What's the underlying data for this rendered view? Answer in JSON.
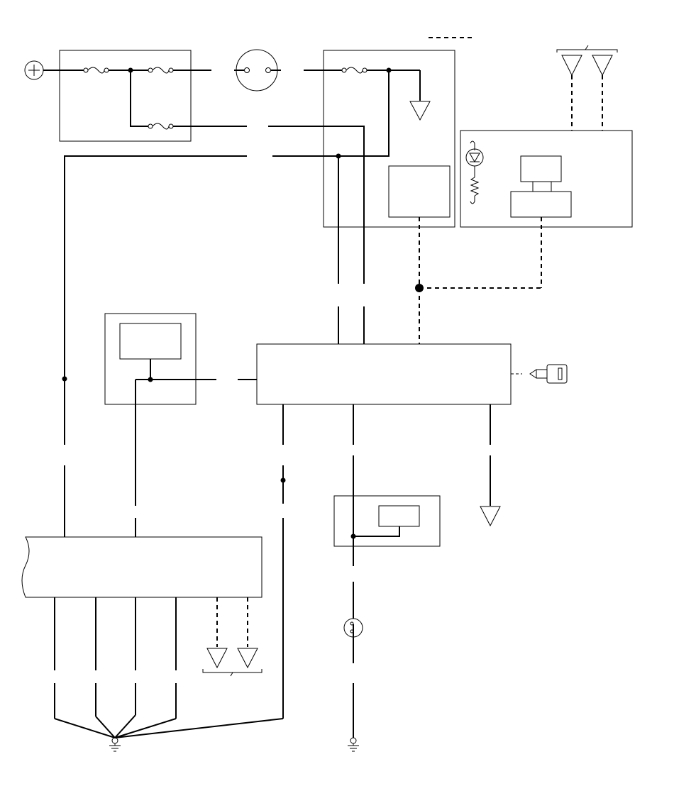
{
  "diagram": {
    "type": "wiring-schematic",
    "text_labels": [],
    "components": {
      "battery": "battery-positive-icon",
      "fuse_boxes": [
        "underhood-fuse-box",
        "under-dash-fuse-box"
      ],
      "fuses": 4,
      "ignition_switch": "ignition-switch",
      "control_modules": [
        "immobilizer-control-unit",
        "module",
        "control-unit",
        "indicator-panel"
      ],
      "led_indicator": "led-icon",
      "resistor": "resistor-icon",
      "key_transponder": "key-icon",
      "connector": "round-connector",
      "data_links": 4,
      "grounds": 2
    },
    "legend": {
      "dashed_line": "dashed-line-legend"
    }
  }
}
